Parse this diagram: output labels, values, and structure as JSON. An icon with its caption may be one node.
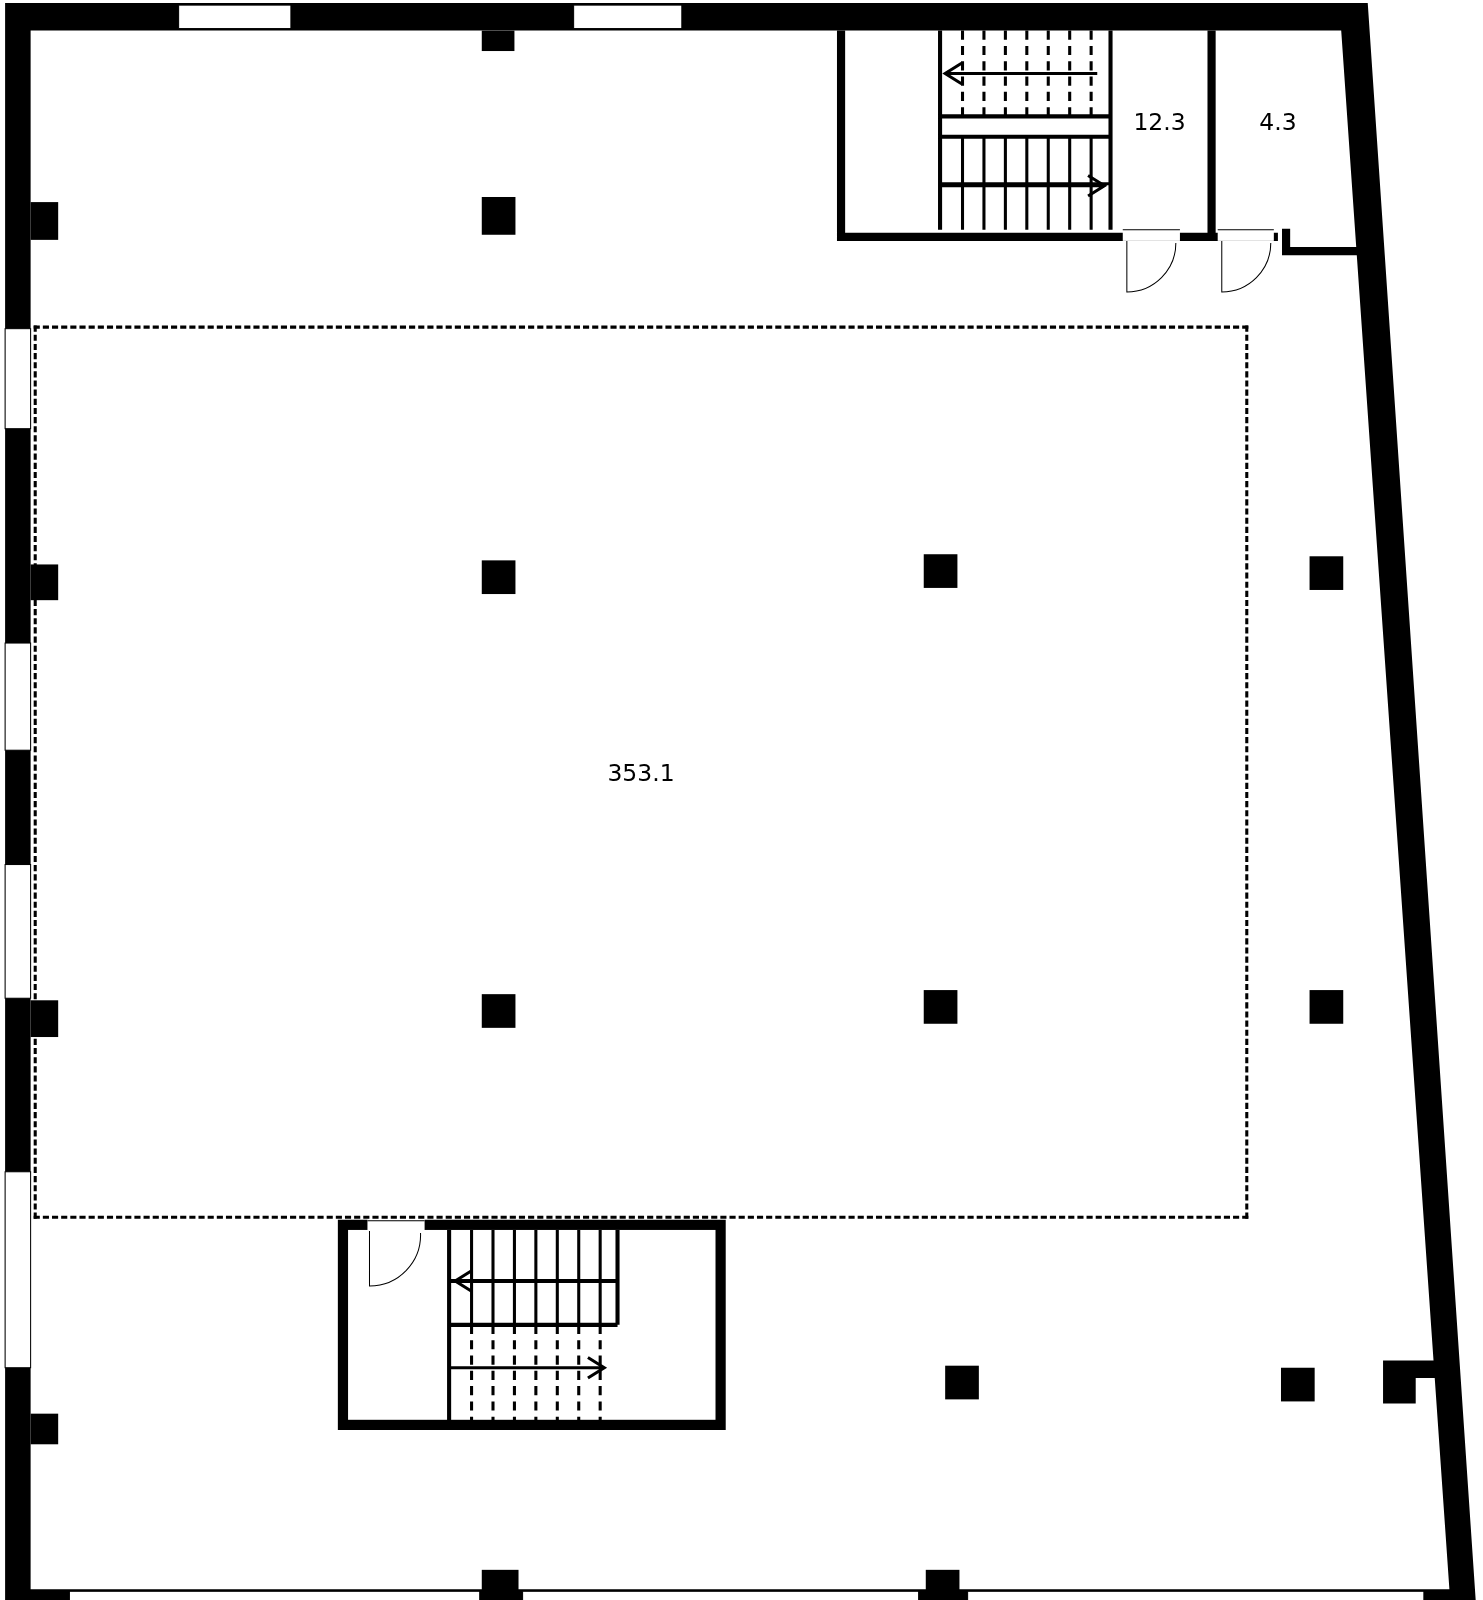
{
  "diagram": {
    "nodes": [
      {
        "text": [
          "12.3"
        ]
      },
      {
        "text": [
          "4.3"
        ]
      },
      {
        "text": [
          "353.1"
        ]
      }
    ]
  }
}
